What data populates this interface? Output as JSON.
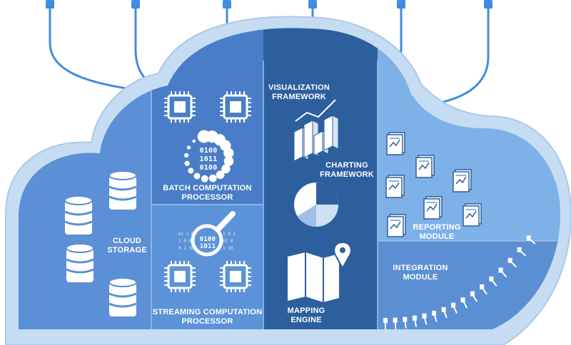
{
  "labels": {
    "cloud_storage": "CLOUD\nSTORAGE",
    "batch": "BATCH COMPUTATION\nPROCESSOR",
    "streaming": "STREAMING COMPUTATION\nPROCESSOR",
    "visualization": "VISUALIZATION\nFRAMEWORK",
    "charting": "CHARTING\nFRAMEWORK",
    "mapping": "MAPPING\nENGINE",
    "reporting": "REPORTING\nMODULE",
    "integration": "INTEGRATION\nMODULE",
    "binary_batch": "0100\n1011\n0100",
    "binary_stream": "0100\n1011"
  },
  "colors": {
    "outer_cloud": "#c5dcf2",
    "outer_cloud_edge": "#a9c9ea",
    "storage_panel": "#5b8fd6",
    "batch_panel": "#4a7dc7",
    "streaming_panel": "#5c92d8",
    "visualization_panel": "#2d5f9e",
    "reporting_panel": "#7eb1e8",
    "integration_panel": "#5a8fd3",
    "connector": "#3d8de0",
    "icon": "#ffffff"
  },
  "icons": {
    "storage": "database-icon",
    "chip": "chip-icon",
    "search": "magnifier-icon",
    "chart": "bar-chart-3d-icon",
    "pie": "pie-chart-icon",
    "map": "map-pin-icon",
    "report": "report-document-icon"
  }
}
